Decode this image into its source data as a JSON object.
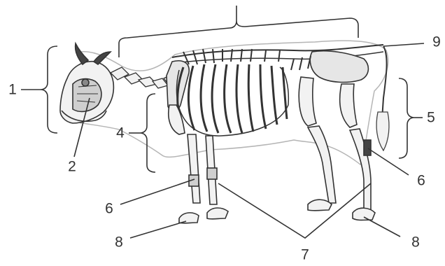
{
  "labels": {
    "l1": "1",
    "l2": "2",
    "l4": "4",
    "l5": "5",
    "l6_left": "6",
    "l6_right": "6",
    "l7": "7",
    "l8_left": "8",
    "l8_right": "8",
    "l9": "9"
  },
  "colors": {
    "ink": "#333333",
    "bone_fill": "#f2f2f2",
    "outline": "#9a9a9a"
  }
}
